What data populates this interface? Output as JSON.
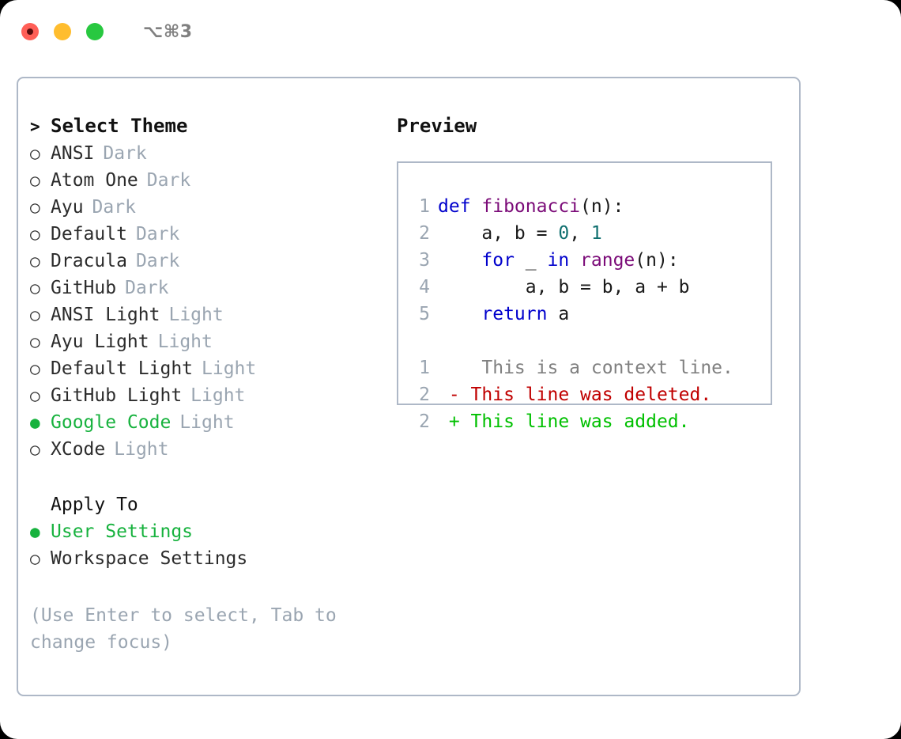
{
  "titlebar": {
    "shortcut": "⌥⌘3",
    "lights": [
      "close",
      "minimize",
      "zoom"
    ]
  },
  "left": {
    "header_marker": ">",
    "header": "Select Theme",
    "unselected_marker": "○",
    "selected_marker": "●",
    "themes": [
      {
        "name": "ANSI",
        "kind": "Dark",
        "selected": false
      },
      {
        "name": "Atom One",
        "kind": "Dark",
        "selected": false
      },
      {
        "name": "Ayu",
        "kind": "Dark",
        "selected": false
      },
      {
        "name": "Default",
        "kind": "Dark",
        "selected": false
      },
      {
        "name": "Dracula",
        "kind": "Dark",
        "selected": false
      },
      {
        "name": "GitHub",
        "kind": "Dark",
        "selected": false
      },
      {
        "name": "ANSI Light",
        "kind": "Light",
        "selected": false
      },
      {
        "name": "Ayu Light",
        "kind": "Light",
        "selected": false
      },
      {
        "name": "Default Light",
        "kind": "Light",
        "selected": false
      },
      {
        "name": "GitHub Light",
        "kind": "Light",
        "selected": false
      },
      {
        "name": "Google Code",
        "kind": "Light",
        "selected": true
      },
      {
        "name": "XCode",
        "kind": "Light",
        "selected": false
      }
    ],
    "apply_header": "Apply To",
    "apply_options": [
      {
        "name": "User Settings",
        "selected": true
      },
      {
        "name": "Workspace Settings",
        "selected": false
      }
    ],
    "hint": "(Use Enter to select, Tab to change focus)"
  },
  "right": {
    "preview_header": "Preview",
    "code_lines": [
      {
        "num": "1",
        "tokens": [
          {
            "t": "def ",
            "c": "kw"
          },
          {
            "t": "fibonacci",
            "c": "fn"
          },
          {
            "t": "(n):",
            "c": "punc"
          }
        ]
      },
      {
        "num": "2",
        "tokens": [
          {
            "t": "    a, b = ",
            "c": "id"
          },
          {
            "t": "0",
            "c": "num"
          },
          {
            "t": ", ",
            "c": "punc"
          },
          {
            "t": "1",
            "c": "num"
          }
        ]
      },
      {
        "num": "3",
        "tokens": [
          {
            "t": "    ",
            "c": "id"
          },
          {
            "t": "for",
            "c": "kw"
          },
          {
            "t": " _ ",
            "c": "id"
          },
          {
            "t": "in",
            "c": "kw"
          },
          {
            "t": " ",
            "c": "id"
          },
          {
            "t": "range",
            "c": "fn"
          },
          {
            "t": "(n):",
            "c": "punc"
          }
        ]
      },
      {
        "num": "4",
        "tokens": [
          {
            "t": "        a, b = b, a + b",
            "c": "id"
          }
        ]
      },
      {
        "num": "5",
        "tokens": [
          {
            "t": "    ",
            "c": "id"
          },
          {
            "t": "return",
            "c": "kw"
          },
          {
            "t": " a",
            "c": "id"
          }
        ]
      }
    ],
    "diff_lines": [
      {
        "num": "1",
        "sign": " ",
        "text": "  This is a context line.",
        "kind": "context"
      },
      {
        "num": "2",
        "sign": "-",
        "text": " This line was deleted.",
        "kind": "del"
      },
      {
        "num": "2",
        "sign": "+",
        "text": " This line was added.",
        "kind": "add"
      }
    ]
  },
  "colors": {
    "accent_green": "#17b23e",
    "muted": "#9aa5b1",
    "border": "#aeb8c7",
    "keyword": "#0000cc",
    "function": "#7b0b78",
    "number": "#0f6f6f",
    "diff_delete": "#c00000",
    "diff_add": "#00c000",
    "light_red": "#ff5f57",
    "light_yellow": "#ffbd2e",
    "light_green": "#28c840"
  }
}
